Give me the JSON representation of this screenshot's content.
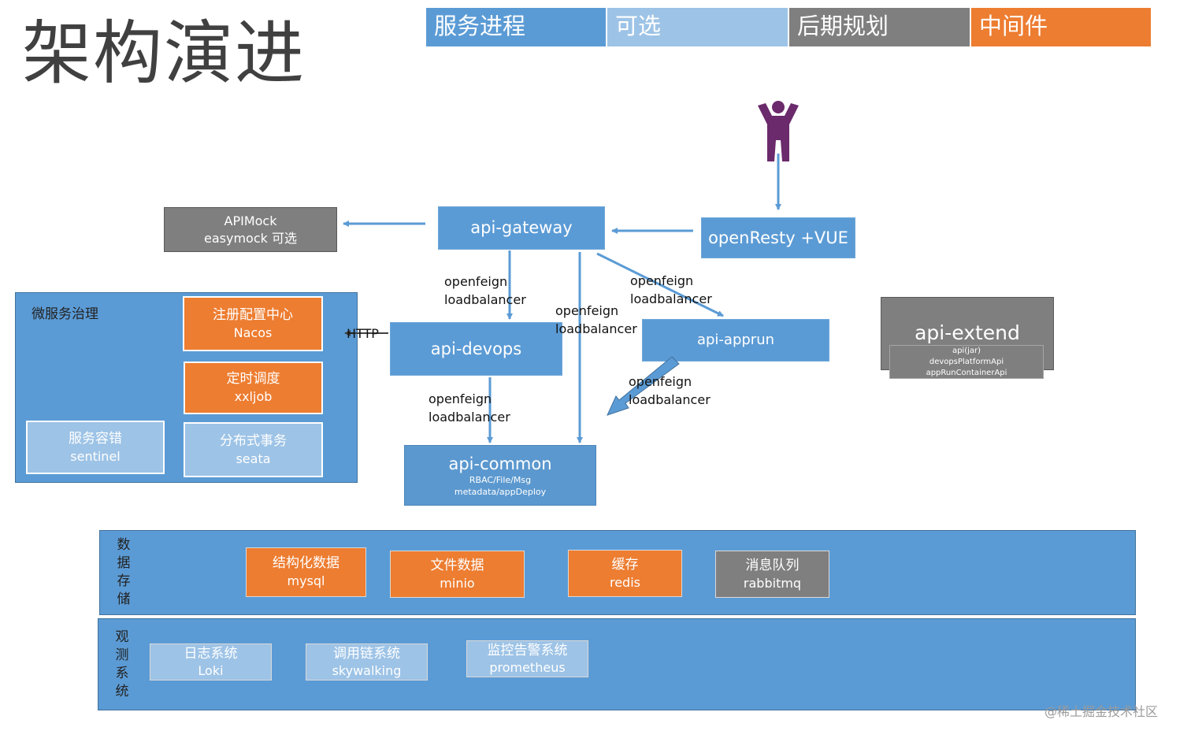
{
  "title": "架构演进",
  "legend": [
    {
      "label": "服务进程",
      "color": "#5b9bd5"
    },
    {
      "label": "可选",
      "color": "#9dc3e6"
    },
    {
      "label": "后期规划",
      "color": "#7f7f7f"
    },
    {
      "label": "中间件",
      "color": "#ed7d31"
    }
  ],
  "nodes": {
    "apimock": {
      "line1": "APIMock",
      "line2": "easymock 可选"
    },
    "gateway": {
      "label": "api-gateway"
    },
    "openresty": {
      "label": "openResty +VUE"
    },
    "devops": {
      "label": "api-devops"
    },
    "apprun": {
      "label": "api-apprun"
    },
    "common": {
      "label": "api-common",
      "sub1": "RBAC/File/Msg",
      "sub2": "metadata/appDeploy"
    },
    "extend": {
      "label": "api-extend",
      "sub1": "api(jar)",
      "sub2": "devopsPlatformApi",
      "sub3": "appRunContainerApi"
    }
  },
  "microservice": {
    "title": "微服务治理",
    "nacos": {
      "line1": "注册配置中心",
      "line2": "Nacos"
    },
    "xxljob": {
      "line1": "定时调度",
      "line2": "xxljob"
    },
    "sentinel": {
      "line1": "服务容错",
      "line2": "sentinel"
    },
    "seata": {
      "line1": "分布式事务",
      "line2": "seata"
    }
  },
  "edge_labels": {
    "http": "HTTP",
    "openfeign": "openfeign",
    "loadbalancer": "loadbalancer"
  },
  "storage": {
    "title": "数据存储",
    "items": [
      {
        "line1": "结构化数据",
        "line2": "mysql"
      },
      {
        "line1": "文件数据",
        "line2": "minio"
      },
      {
        "line1": "缓存",
        "line2": "redis"
      },
      {
        "line1": "消息队列",
        "line2": "rabbitmq"
      }
    ]
  },
  "observe": {
    "title": "观测系统",
    "items": [
      {
        "line1": "日志系统",
        "line2": "Loki"
      },
      {
        "line1": "调用链系统",
        "line2": "skywalking"
      },
      {
        "line1": "监控告警系统",
        "line2": "prometheus"
      }
    ]
  },
  "watermark": "@稀土掘金技术社区",
  "colors": {
    "blue": "#5b9bd5",
    "light_blue": "#9dc3e6",
    "gray": "#7f7f7f",
    "orange": "#ed7d31"
  }
}
